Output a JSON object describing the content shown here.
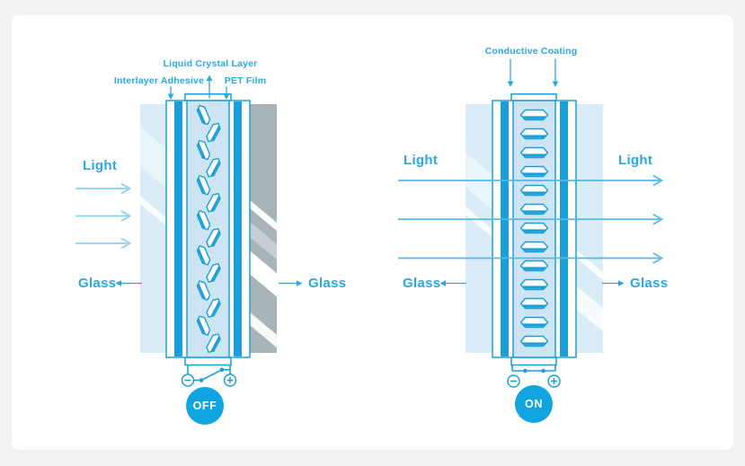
{
  "colors": {
    "background": "#f1f2f4",
    "card": "#ffffff",
    "line_blue": "#1b9fd8",
    "text_blue": "#2aa8e0",
    "light_arrow_blue": "#8fd0ee",
    "beam_blue": "#55b8e6",
    "glass_blue": "#d9ecf7",
    "glass_gray": "#a9b4b9",
    "lc_fill": "#cde5f3",
    "badge_blue": "#10a5e0"
  },
  "off_diagram": {
    "labels": {
      "liquid_crystal_layer": "Liquid Crystal Layer",
      "interlayer_adhesive": "Interlayer Adhesive",
      "pet_film": "PET Film",
      "light": "Light",
      "glass_left": "Glass",
      "glass_right": "Glass"
    },
    "terminals": {
      "minus_icon": "−",
      "plus_icon": "+"
    },
    "switch_state": "open",
    "badge": "OFF",
    "light_arrow_count": 3,
    "crystals": {
      "count": 14,
      "orientation": "scattered"
    }
  },
  "on_diagram": {
    "labels": {
      "conductive_coating": "Conductive Coating",
      "light_left": "Light",
      "light_right": "Light",
      "glass_left": "Glass",
      "glass_right": "Glass"
    },
    "terminals": {
      "minus_icon": "−",
      "plus_icon": "+"
    },
    "switch_state": "closed",
    "badge": "ON",
    "light_beam_count": 3,
    "crystals": {
      "count": 13,
      "orientation": "aligned"
    }
  }
}
